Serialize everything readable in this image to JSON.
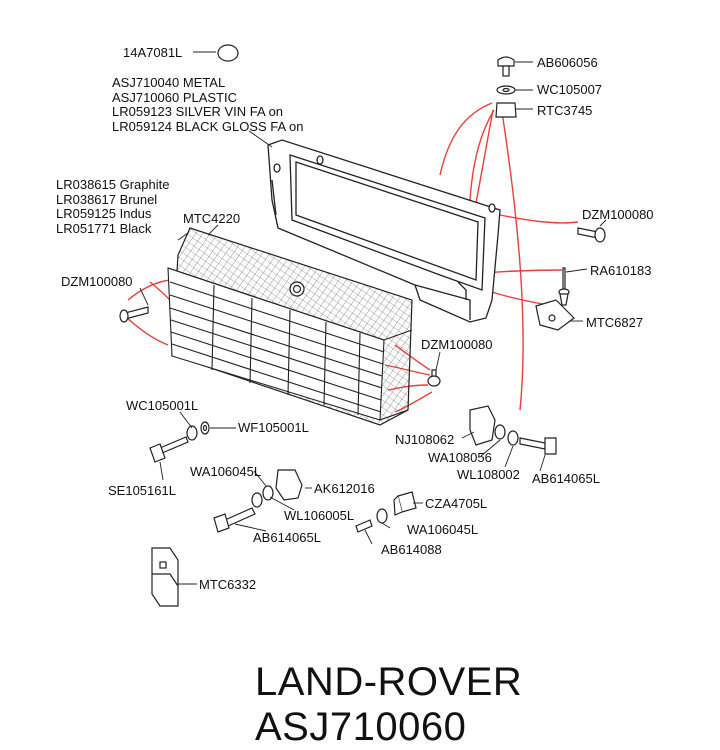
{
  "labels": {
    "oring": "14A7081L",
    "frame": [
      "ASJ710040 METAL",
      "ASJ710060 PLASTIC",
      "LR059123 SILVER VIN FA on",
      "LR059124 BLACK GLOSS FA on"
    ],
    "grille": [
      "LR038615 Graphite",
      "LR038617 Brunel",
      "LR059125 Indus",
      "LR051771 Black"
    ],
    "mesh": "MTC4220",
    "ab606056": "AB606056",
    "wc105007": "WC105007",
    "rtc3745": "RTC3745",
    "dzm_right": "DZM100080",
    "ra610183": "RA610183",
    "mtc6827": "MTC6827",
    "dzm_left": "DZM100080",
    "dzm_mid": "DZM100080",
    "wc105001l": "WC105001L",
    "wf105001l": "WF105001L",
    "se105161l": "SE105161L",
    "nj108062": "NJ108062",
    "wa108056": "WA108056",
    "wl108002": "WL108002",
    "ab614065l_right": "AB614065L",
    "wa106045l_left": "WA106045L",
    "ak612016": "AK612016",
    "cza4705l": "CZA4705L",
    "wl106005l": "WL106005L",
    "wa106045l_right": "WA106045L",
    "ab614065l_left": "AB614065L",
    "ab614088": "AB614088",
    "mtc6332": "MTC6332"
  },
  "footer": "LAND-ROVER ASJ710060",
  "colors": {
    "lines": "#222222",
    "leaders": "#e8403a",
    "fill": "#ffffff"
  }
}
